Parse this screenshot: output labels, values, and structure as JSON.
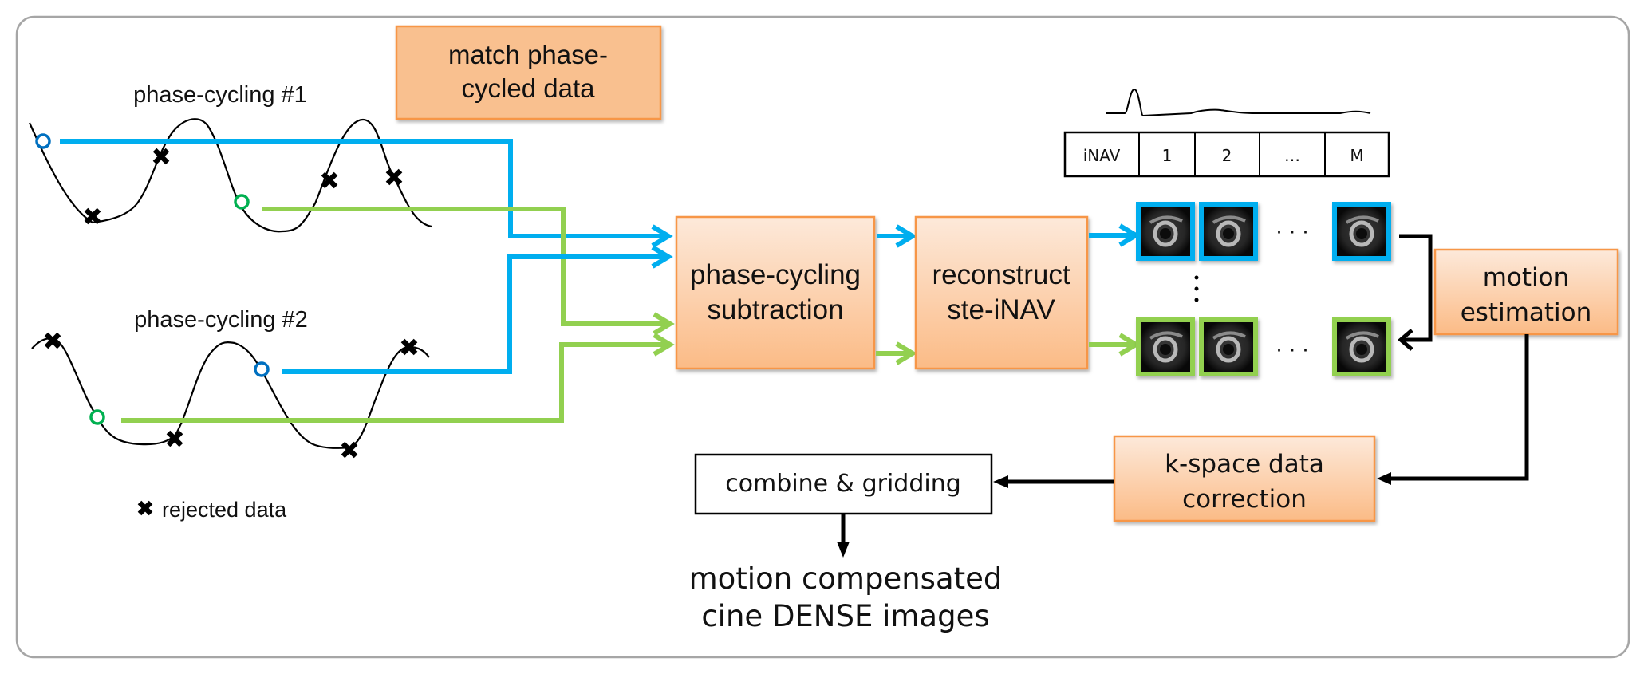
{
  "diagram": {
    "colors": {
      "blue_path": "#00AEEF",
      "green_path": "#92D050",
      "blue_marker": "#0070C0",
      "green_marker": "#00B050",
      "box_fill_top": "#FDE9DA",
      "box_fill_bottom": "#FBBB86",
      "box_border": "#F79646",
      "flat_box_fill": "#F9C08F",
      "frame_border": "#A6A6A6"
    },
    "labels": {
      "phase_cycling_1": "phase-cycling  #1",
      "phase_cycling_2": "phase-cycling  #2",
      "legend_rejected": "rejected  data",
      "output_line1": "motion compensated",
      "output_line2": "cine DENSE images"
    },
    "boxes": {
      "match": {
        "line1": "match phase-",
        "line2": "cycled data"
      },
      "subtraction": {
        "line1": "phase-cycling",
        "line2": "subtraction"
      },
      "reconstruct": {
        "line1": "reconstruct",
        "line2": "ste-iNAV"
      },
      "motion_estimation": {
        "line1": "motion",
        "line2": "estimation"
      },
      "kspace_correction": {
        "line1": "k-space data",
        "line2": "correction"
      },
      "combine": {
        "label": "combine & gridding"
      }
    },
    "timeline": {
      "cells": [
        "iNAV",
        "1",
        "2",
        "…",
        "M"
      ]
    },
    "thumbnails": {
      "rows": [
        "blue",
        "green"
      ],
      "ellipsis_horizontal": "· · ·",
      "ellipsis_vertical": "⋮"
    },
    "icons": {
      "rejected_marker": "cross-icon",
      "selected_marker": "circle-icon"
    }
  }
}
